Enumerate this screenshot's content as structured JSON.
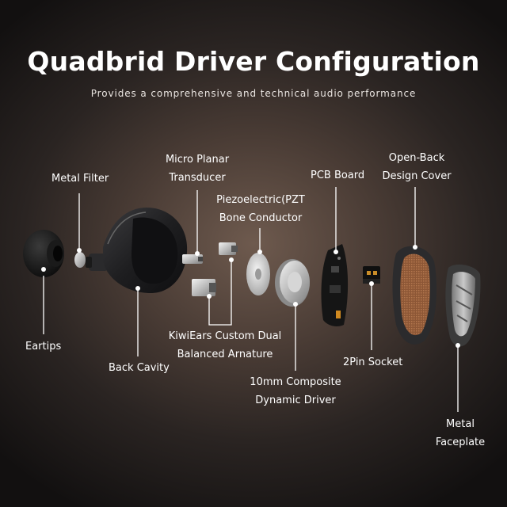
{
  "header": {
    "title": "Quadbrid Driver Configuration",
    "subtitle": "Provides a comprehensive and technical audio performance"
  },
  "labels": {
    "eartips": "Eartips",
    "metal_filter": "Metal Filter",
    "back_cavity": "Back Cavity",
    "micro_planar": [
      "Micro Planar",
      "Transducer"
    ],
    "piezo": [
      "Piezoelectric(PZT",
      "Bone Conductor"
    ],
    "balanced_armature": [
      "KiwiEars Custom Dual",
      "Balanced Arnature"
    ],
    "dynamic_driver": [
      "10mm Composite",
      "Dynamic Driver"
    ],
    "pcb_board": "PCB Board",
    "socket": "2Pin Socket",
    "open_back": [
      "Open-Back",
      "Design Cover"
    ],
    "faceplate": [
      "Metal",
      "Faceplate"
    ]
  },
  "colors": {
    "background_center": "#6e5a4e",
    "background_edge": "#121010",
    "text": "#ffffff",
    "leader_line": "#ffffff",
    "cover_mesh": "#9a5f3c"
  }
}
